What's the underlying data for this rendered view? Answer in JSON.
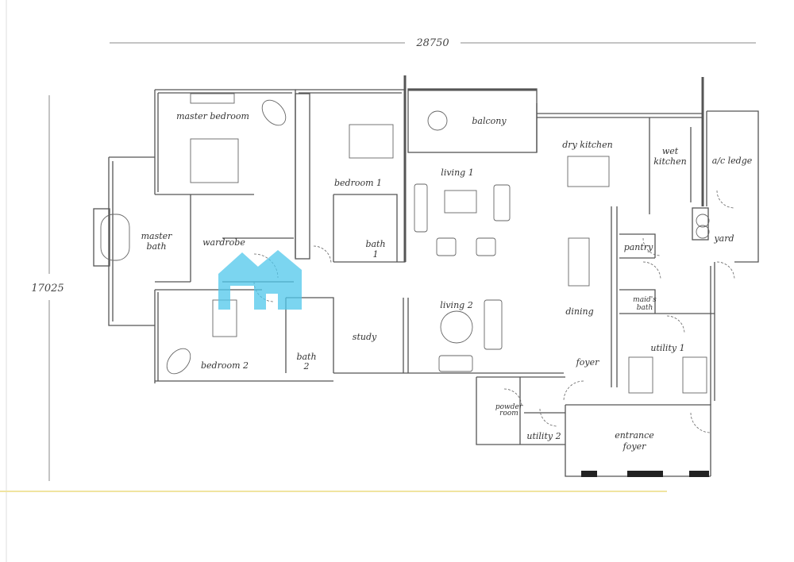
{
  "dimensions": {
    "width": "28750",
    "height": "17025"
  },
  "rooms": {
    "master_bedroom": "master bedroom",
    "master_bath_1": "master",
    "master_bath_2": "bath",
    "wardrobe": "wardrobe",
    "bedroom_1": "bedroom 1",
    "bath_1_a": "bath",
    "bath_1_b": "1",
    "balcony": "balcony",
    "living_1": "living 1",
    "dry_kitchen": "dry kitchen",
    "wet_kitchen_1": "wet",
    "wet_kitchen_2": "kitchen",
    "ac_ledge": "a/c ledge",
    "yard": "yard",
    "pantry": "pantry",
    "maids_bath_1": "maid's",
    "maids_bath_2": "bath",
    "dining": "dining",
    "living_2": "living 2",
    "study": "study",
    "bath_2_a": "bath",
    "bath_2_b": "2",
    "bedroom_2": "bedroom 2",
    "foyer": "foyer",
    "powder_room_1": "powder",
    "powder_room_2": "room",
    "utility_1": "utility 1",
    "utility_2": "utility 2",
    "entrance_foyer_1": "entrance",
    "entrance_foyer_2": "foyer"
  },
  "colors": {
    "watermark": "#4fc8ec",
    "wall": "#555555",
    "scan_line": "#f0e4a0"
  }
}
